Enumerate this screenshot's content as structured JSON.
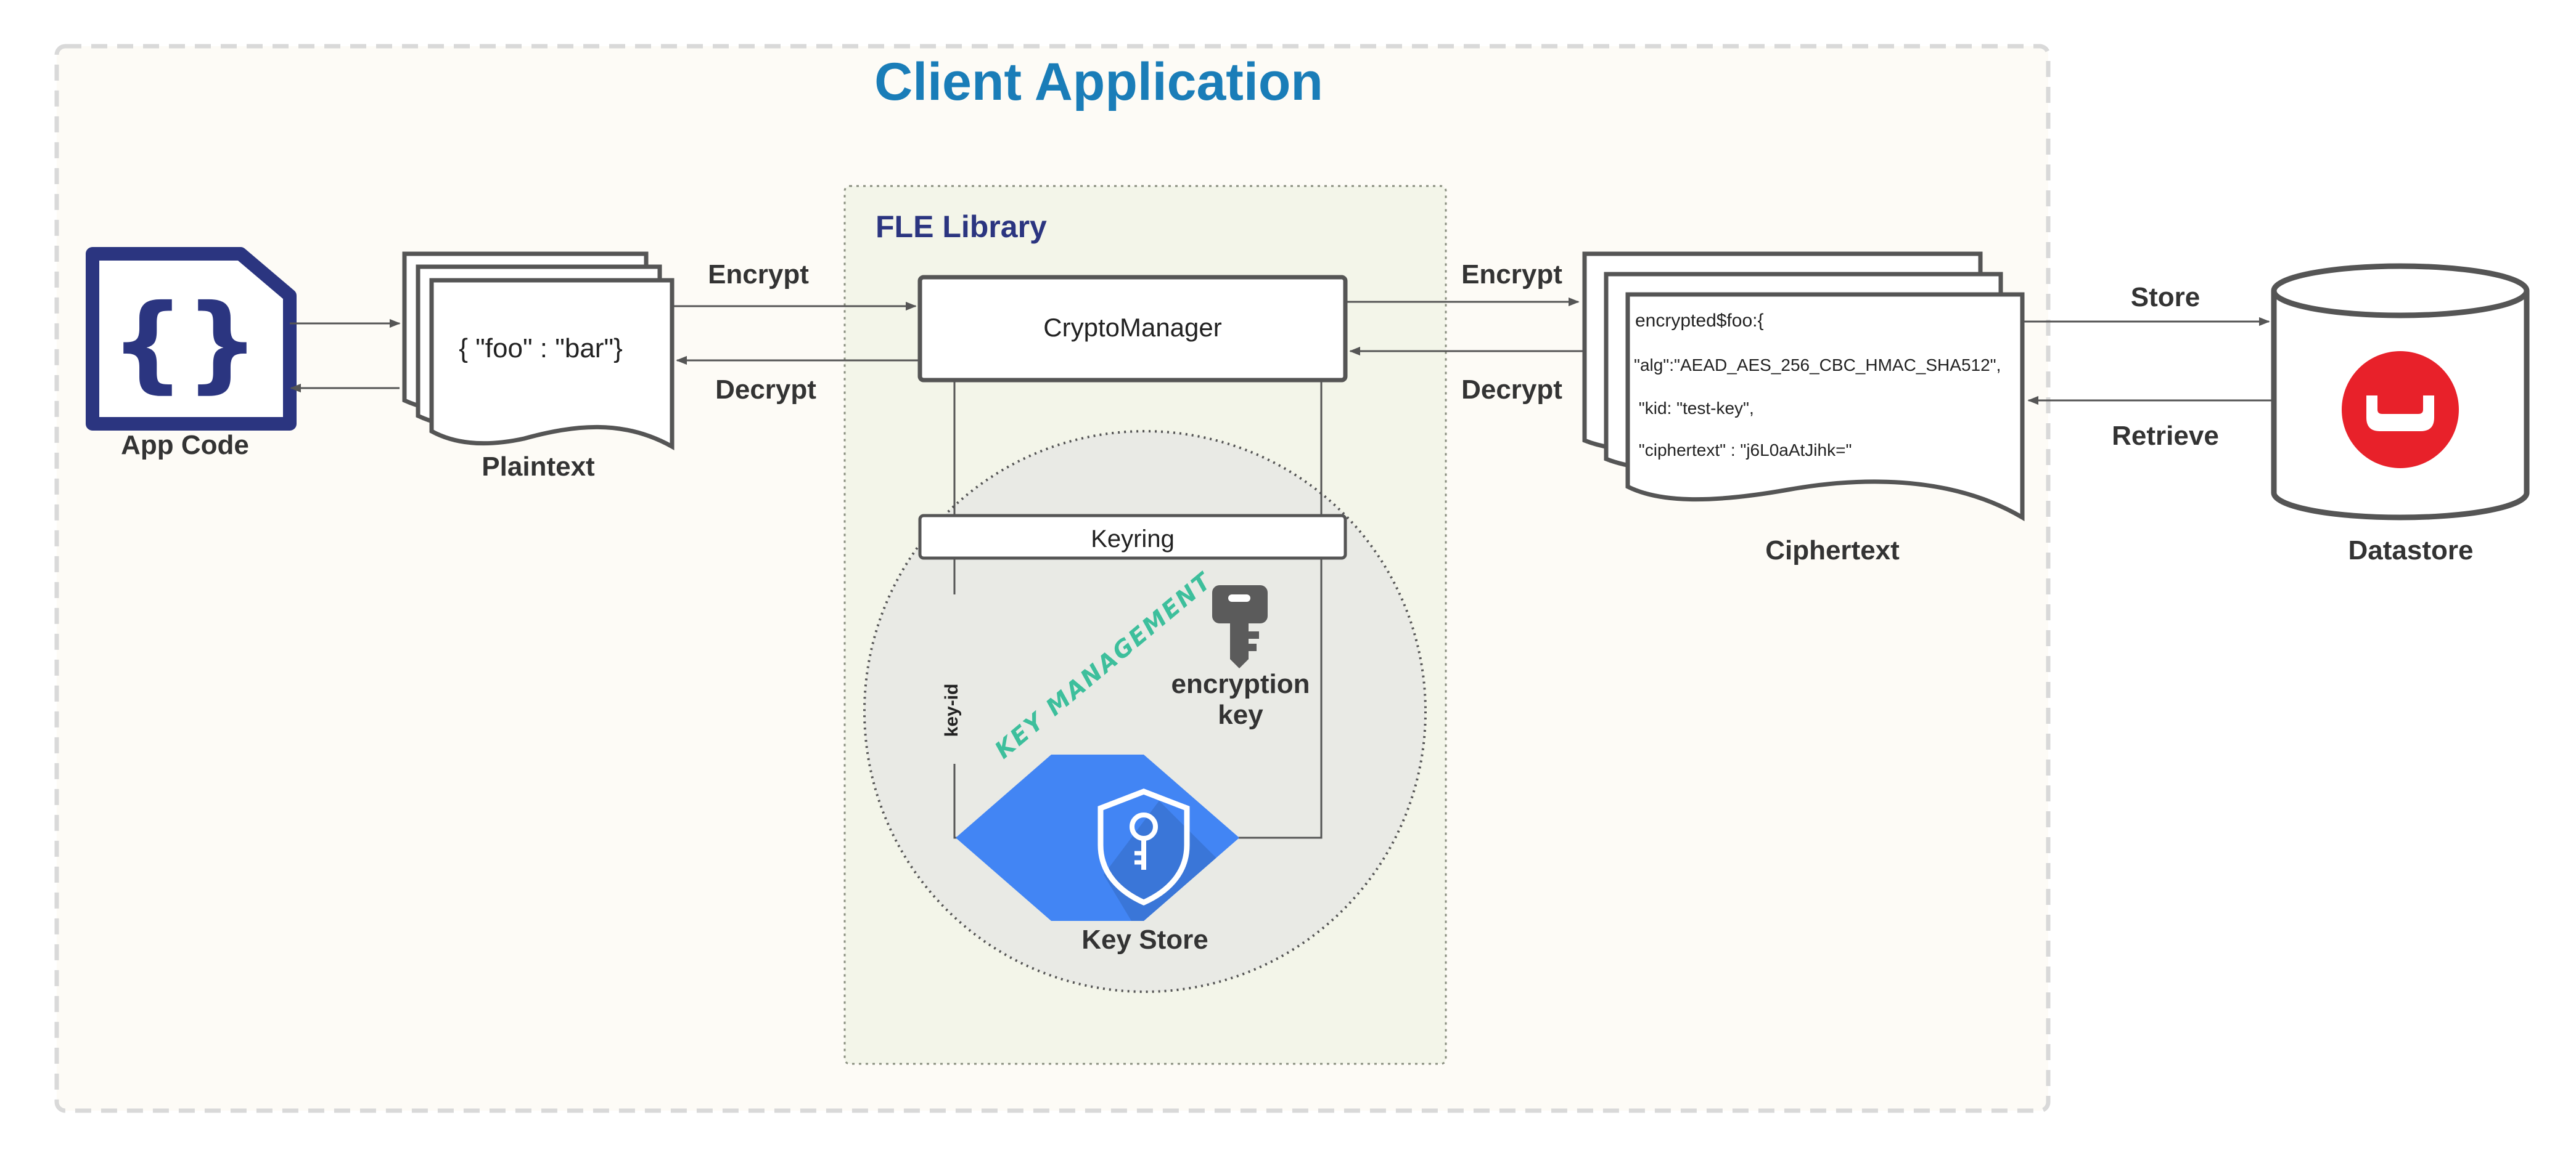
{
  "title": "Client Application",
  "library": {
    "title": "FLE Library"
  },
  "app_code": {
    "label": "App Code",
    "icon": "curly-braces-document-icon"
  },
  "plaintext": {
    "label": "Plaintext",
    "content": "{ \"foo\" : \"bar\"}"
  },
  "crypto_manager": {
    "label": "CryptoManager"
  },
  "keyring": {
    "label": "Keyring"
  },
  "key_management": {
    "label": "KEY MANAGEMENT",
    "key_id": "key-id"
  },
  "encryption_key": {
    "line1": "encryption",
    "line2": "key",
    "icon": "key-icon"
  },
  "key_store": {
    "label": "Key Store",
    "icon": "shield-key-icon"
  },
  "ciphertext": {
    "label": "Ciphertext",
    "lines": [
      "encrypted$foo:{",
      "\"alg\":\"AEAD_AES_256_CBC_HMAC_SHA512\",",
      " \"kid: \"test-key\",",
      " \"ciphertext\" : \"j6L0aAtJihk=\""
    ]
  },
  "datastore": {
    "label": "Datastore",
    "icon": "couchbase-icon"
  },
  "arrows": {
    "encrypt_left": "Encrypt",
    "decrypt_left": "Decrypt",
    "encrypt_right": "Encrypt",
    "decrypt_right": "Decrypt",
    "store": "Store",
    "retrieve": "Retrieve"
  },
  "colors": {
    "title": "#1a7db8",
    "library_title": "#2b3580",
    "app_icon": "#2b3580",
    "key_management": "#3dbf9c",
    "key_store": "#4285f4",
    "datastore_logo": "#e8212a",
    "outer_bg": "#fdfbf6",
    "library_bg": "#f3f5e9",
    "circle_bg": "#e9eae5"
  }
}
